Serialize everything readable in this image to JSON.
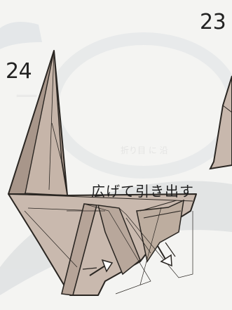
{
  "steps": {
    "current": "24",
    "next": "23"
  },
  "instruction": "広げて引き出す",
  "colors": {
    "paper_fill": "#c8b8ad",
    "paper_dark": "#a8968a",
    "line": "#2a2622",
    "background": "#f4f4f2",
    "faded": "#cfd2d6"
  }
}
